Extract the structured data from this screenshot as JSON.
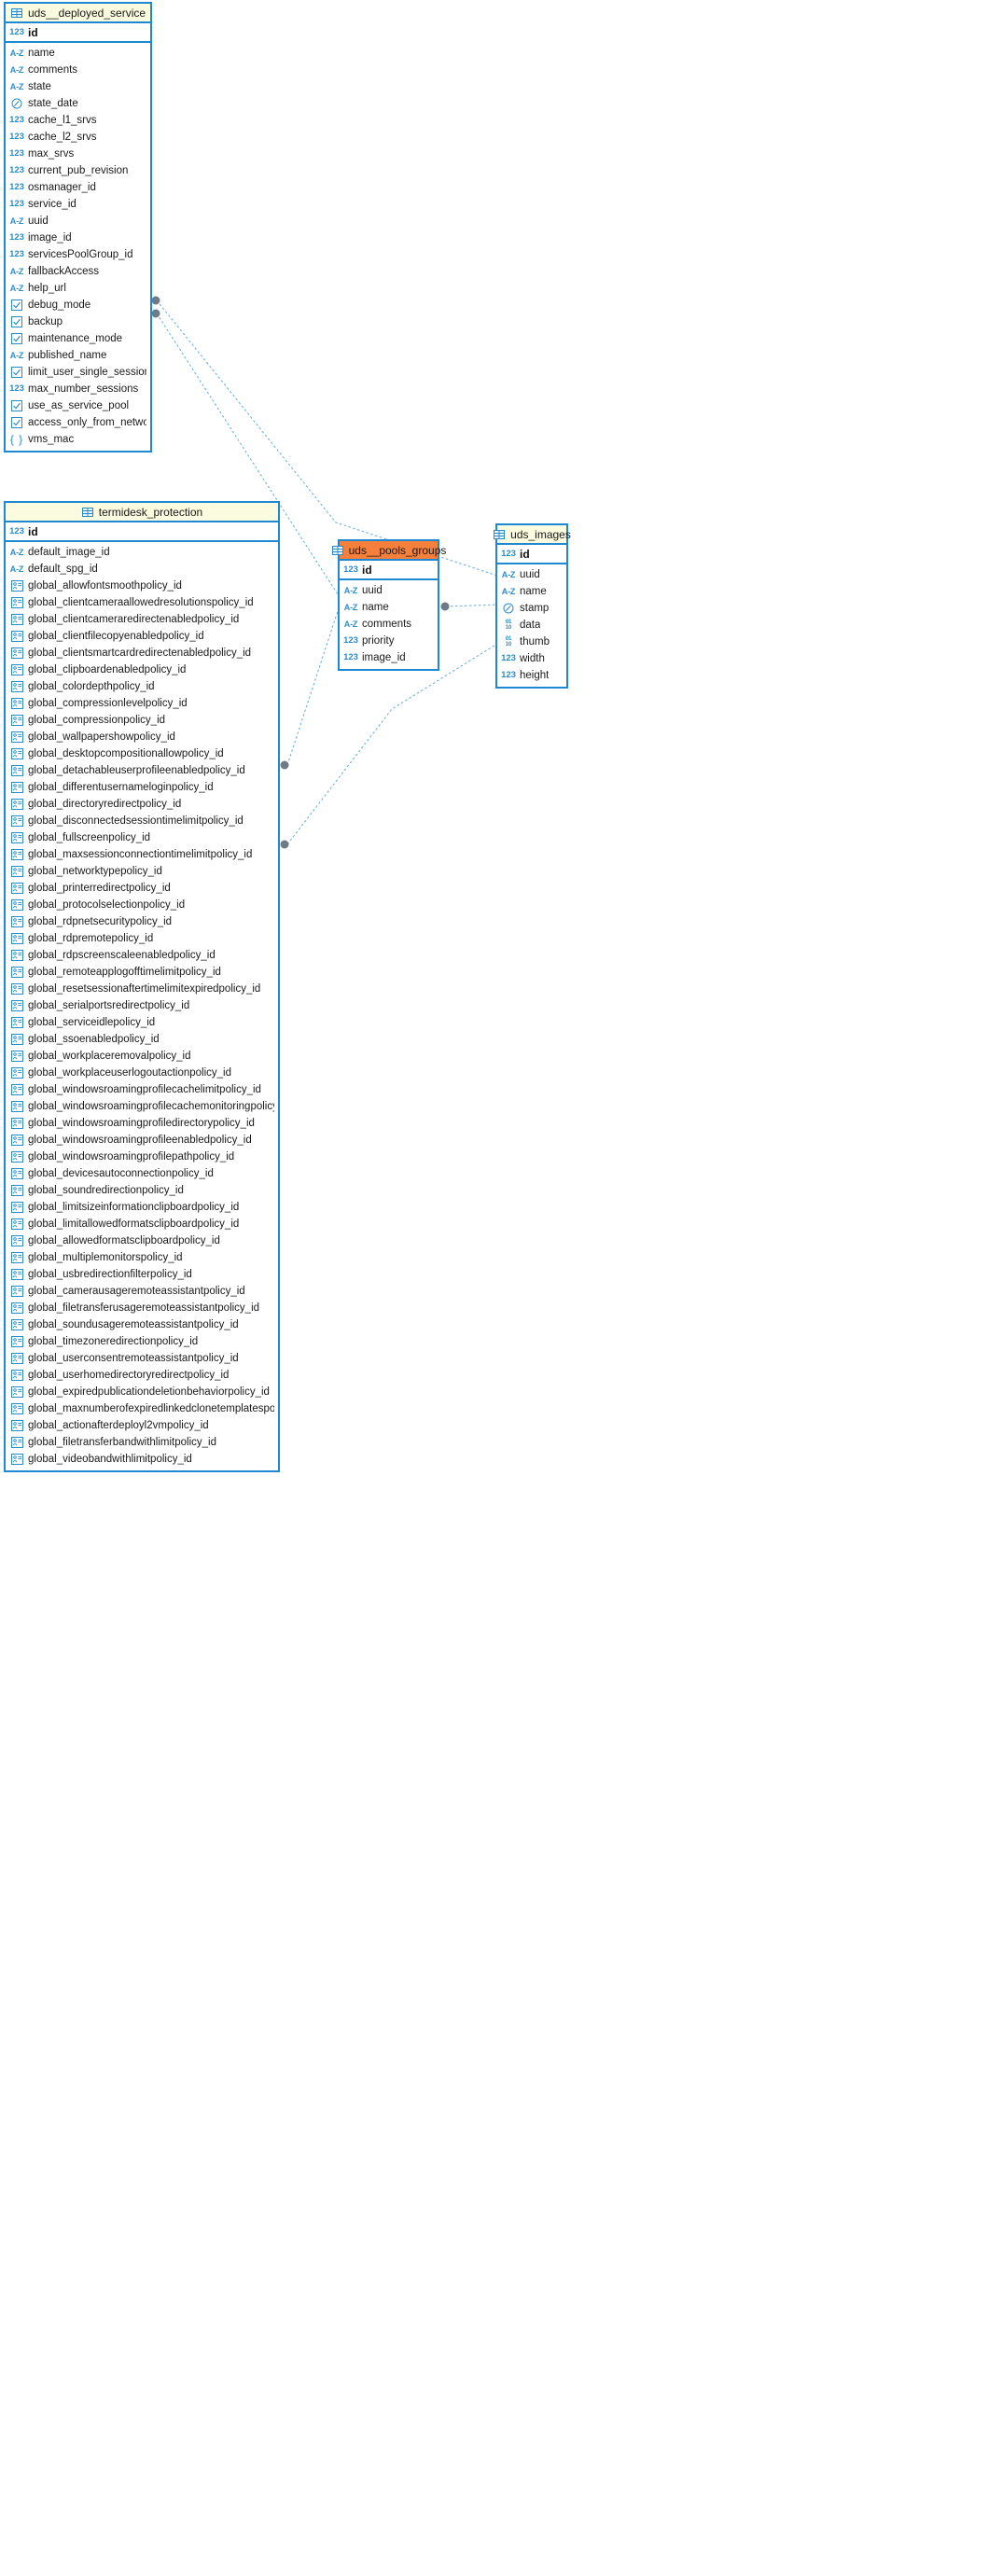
{
  "diagram": {
    "type": "er-diagram",
    "colors": {
      "entity_border": "#1e88d2",
      "header_default": "#fbfbe0",
      "header_accent": "#f4803c",
      "icon_blue": "#2b8ccc",
      "link": "#6cb3e0",
      "link_dot": "#6e7b85"
    }
  },
  "entities": [
    {
      "name": "uds__deployed_service",
      "accent": false,
      "pk": {
        "icon": "number-icon",
        "label": "id"
      },
      "fields": [
        {
          "icon": "text-icon",
          "label": "name"
        },
        {
          "icon": "text-icon",
          "label": "comments"
        },
        {
          "icon": "text-icon",
          "label": "state"
        },
        {
          "icon": "datetime-icon",
          "label": "state_date"
        },
        {
          "icon": "number-icon",
          "label": "cache_l1_srvs"
        },
        {
          "icon": "number-icon",
          "label": "cache_l2_srvs"
        },
        {
          "icon": "number-icon",
          "label": "max_srvs"
        },
        {
          "icon": "number-icon",
          "label": "current_pub_revision"
        },
        {
          "icon": "number-icon",
          "label": "osmanager_id"
        },
        {
          "icon": "number-icon",
          "label": "service_id"
        },
        {
          "icon": "text-icon",
          "label": "uuid"
        },
        {
          "icon": "number-icon",
          "label": "image_id"
        },
        {
          "icon": "number-icon",
          "label": "servicesPoolGroup_id"
        },
        {
          "icon": "text-icon",
          "label": "fallbackAccess"
        },
        {
          "icon": "text-icon",
          "label": "help_url"
        },
        {
          "icon": "boolean-icon",
          "label": "debug_mode"
        },
        {
          "icon": "boolean-icon",
          "label": "backup"
        },
        {
          "icon": "boolean-icon",
          "label": "maintenance_mode"
        },
        {
          "icon": "text-icon",
          "label": "published_name"
        },
        {
          "icon": "boolean-icon",
          "label": "limit_user_single_session"
        },
        {
          "icon": "number-icon",
          "label": "max_number_sessions"
        },
        {
          "icon": "boolean-icon",
          "label": "use_as_service_pool"
        },
        {
          "icon": "boolean-icon",
          "label": "access_only_from_networks"
        },
        {
          "icon": "json-icon",
          "label": "vms_mac"
        }
      ]
    },
    {
      "name": "termidesk_protection",
      "accent": false,
      "pk": {
        "icon": "number-icon",
        "label": "id"
      },
      "fields": [
        {
          "icon": "text-icon",
          "label": "default_image_id"
        },
        {
          "icon": "text-icon",
          "label": "default_spg_id"
        },
        {
          "icon": "policy-icon",
          "label": "global_allowfontsmoothpolicy_id"
        },
        {
          "icon": "policy-icon",
          "label": "global_clientcameraallowedresolutionspolicy_id"
        },
        {
          "icon": "policy-icon",
          "label": "global_clientcameraredirectenabledpolicy_id"
        },
        {
          "icon": "policy-icon",
          "label": "global_clientfilecopyenabledpolicy_id"
        },
        {
          "icon": "policy-icon",
          "label": "global_clientsmartcardredirectenabledpolicy_id"
        },
        {
          "icon": "policy-icon",
          "label": "global_clipboardenabledpolicy_id"
        },
        {
          "icon": "policy-icon",
          "label": "global_colordepthpolicy_id"
        },
        {
          "icon": "policy-icon",
          "label": "global_compressionlevelpolicy_id"
        },
        {
          "icon": "policy-icon",
          "label": "global_compressionpolicy_id"
        },
        {
          "icon": "policy-icon",
          "label": "global_wallpapershowpolicy_id"
        },
        {
          "icon": "policy-icon",
          "label": "global_desktopcompositionallowpolicy_id"
        },
        {
          "icon": "policy-icon",
          "label": "global_detachableuserprofileenabledpolicy_id"
        },
        {
          "icon": "policy-icon",
          "label": "global_differentusernameloginpolicy_id"
        },
        {
          "icon": "policy-icon",
          "label": "global_directoryredirectpolicy_id"
        },
        {
          "icon": "policy-icon",
          "label": "global_disconnectedsessiontimelimitpolicy_id"
        },
        {
          "icon": "policy-icon",
          "label": "global_fullscreenpolicy_id"
        },
        {
          "icon": "policy-icon",
          "label": "global_maxsessionconnectiontimelimitpolicy_id"
        },
        {
          "icon": "policy-icon",
          "label": "global_networktypepolicy_id"
        },
        {
          "icon": "policy-icon",
          "label": "global_printerredirectpolicy_id"
        },
        {
          "icon": "policy-icon",
          "label": "global_protocolselectionpolicy_id"
        },
        {
          "icon": "policy-icon",
          "label": "global_rdpnetsecuritypolicy_id"
        },
        {
          "icon": "policy-icon",
          "label": "global_rdpremotepolicy_id"
        },
        {
          "icon": "policy-icon",
          "label": "global_rdpscreenscaleenabledpolicy_id"
        },
        {
          "icon": "policy-icon",
          "label": "global_remoteapplogofftimelimitpolicy_id"
        },
        {
          "icon": "policy-icon",
          "label": "global_resetsessionaftertimelimitexpiredpolicy_id"
        },
        {
          "icon": "policy-icon",
          "label": "global_serialportsredirectpolicy_id"
        },
        {
          "icon": "policy-icon",
          "label": "global_serviceidlepolicy_id"
        },
        {
          "icon": "policy-icon",
          "label": "global_ssoenabledpolicy_id"
        },
        {
          "icon": "policy-icon",
          "label": "global_workplaceremovalpolicy_id"
        },
        {
          "icon": "policy-icon",
          "label": "global_workplaceuserlogoutactionpolicy_id"
        },
        {
          "icon": "policy-icon",
          "label": "global_windowsroamingprofilecachelimitpolicy_id"
        },
        {
          "icon": "policy-icon",
          "label": "global_windowsroamingprofilecachemonitoringpolicy_id"
        },
        {
          "icon": "policy-icon",
          "label": "global_windowsroamingprofiledirectorypolicy_id"
        },
        {
          "icon": "policy-icon",
          "label": "global_windowsroamingprofileenabledpolicy_id"
        },
        {
          "icon": "policy-icon",
          "label": "global_windowsroamingprofilepathpolicy_id"
        },
        {
          "icon": "policy-icon",
          "label": "global_devicesautoconnectionpolicy_id"
        },
        {
          "icon": "policy-icon",
          "label": "global_soundredirectionpolicy_id"
        },
        {
          "icon": "policy-icon",
          "label": "global_limitsizeinformationclipboardpolicy_id"
        },
        {
          "icon": "policy-icon",
          "label": "global_limitallowedformatsclipboardpolicy_id"
        },
        {
          "icon": "policy-icon",
          "label": "global_allowedformatsclipboardpolicy_id"
        },
        {
          "icon": "policy-icon",
          "label": "global_multiplemonitorspolicy_id"
        },
        {
          "icon": "policy-icon",
          "label": "global_usbredirectionfilterpolicy_id"
        },
        {
          "icon": "policy-icon",
          "label": "global_camerausageremoteassistantpolicy_id"
        },
        {
          "icon": "policy-icon",
          "label": "global_filetransferusageremoteassistantpolicy_id"
        },
        {
          "icon": "policy-icon",
          "label": "global_soundusageremoteassistantpolicy_id"
        },
        {
          "icon": "policy-icon",
          "label": "global_timezoneredirectionpolicy_id"
        },
        {
          "icon": "policy-icon",
          "label": "global_userconsentremoteassistantpolicy_id"
        },
        {
          "icon": "policy-icon",
          "label": "global_userhomedirectoryredirectpolicy_id"
        },
        {
          "icon": "policy-icon",
          "label": "global_expiredpublicationdeletionbehaviorpolicy_id"
        },
        {
          "icon": "policy-icon",
          "label": "global_maxnumberofexpiredlinkedclonetemplatespolicy_id"
        },
        {
          "icon": "policy-icon",
          "label": "global_actionafterdeployl2vmpolicy_id"
        },
        {
          "icon": "policy-icon",
          "label": "global_filetransferbandwithlimitpolicy_id"
        },
        {
          "icon": "policy-icon",
          "label": "global_videobandwithlimitpolicy_id"
        }
      ]
    },
    {
      "name": "uds__pools_groups",
      "accent": true,
      "pk": {
        "icon": "number-icon",
        "label": "id"
      },
      "fields": [
        {
          "icon": "text-icon",
          "label": "uuid"
        },
        {
          "icon": "text-icon",
          "label": "name"
        },
        {
          "icon": "text-icon",
          "label": "comments"
        },
        {
          "icon": "number-icon",
          "label": "priority"
        },
        {
          "icon": "number-icon",
          "label": "image_id"
        }
      ]
    },
    {
      "name": "uds_images",
      "accent": false,
      "pk": {
        "icon": "number-icon",
        "label": "id"
      },
      "fields": [
        {
          "icon": "text-icon",
          "label": "uuid"
        },
        {
          "icon": "text-icon",
          "label": "name"
        },
        {
          "icon": "datetime-icon",
          "label": "stamp"
        },
        {
          "icon": "binary-icon",
          "label": "data"
        },
        {
          "icon": "binary-icon",
          "label": "thumb"
        },
        {
          "icon": "number-icon",
          "label": "width"
        },
        {
          "icon": "number-icon",
          "label": "height"
        }
      ]
    }
  ],
  "relationships": [
    {
      "from": "uds__deployed_service.image_id",
      "to": "uds_images.id"
    },
    {
      "from": "uds__deployed_service.servicesPoolGroup_id",
      "to": "uds__pools_groups.id"
    },
    {
      "from": "termidesk_protection.default_spg_id",
      "to": "uds__pools_groups.id"
    },
    {
      "from": "termidesk_protection.default_image_id",
      "to": "uds_images.id"
    },
    {
      "from": "uds__pools_groups.image_id",
      "to": "uds_images.id"
    }
  ]
}
